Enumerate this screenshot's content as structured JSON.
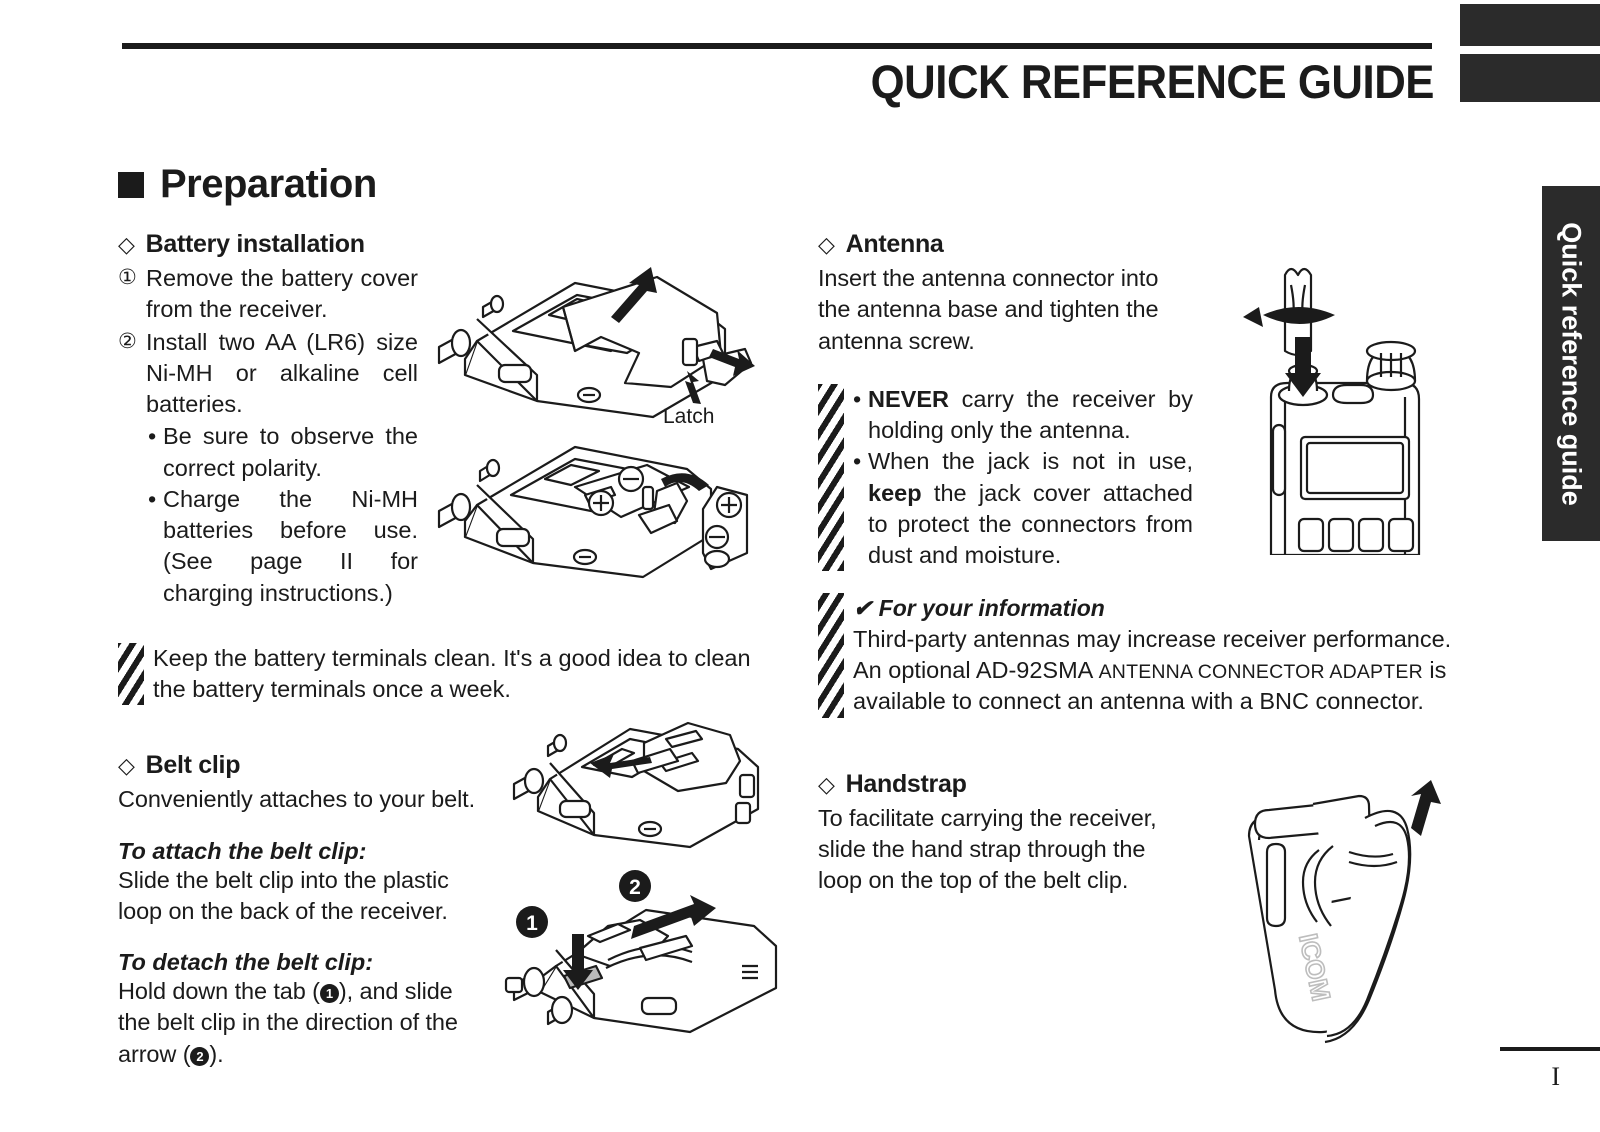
{
  "header": {
    "title": "QUICK REFERENCE GUIDE"
  },
  "side_tab": {
    "label": "Quick reference guide"
  },
  "footer": {
    "page_number": "I"
  },
  "section": {
    "title": "Preparation",
    "bullet_glyph": "■"
  },
  "left_column": {
    "battery": {
      "diamond": "◇",
      "heading": "Battery installation",
      "steps": [
        {
          "marker": "①",
          "text": "Remove the battery cover from the receiver."
        },
        {
          "marker": "②",
          "text": "Install two AA (LR6) size Ni-MH or alkaline cell batteries."
        }
      ],
      "sub_bullets": [
        {
          "marker": "•",
          "text": "Be sure to observe the correct polarity."
        },
        {
          "marker": "•",
          "text": "Charge the Ni-MH batteries before use. (See page II for charging instructions.)"
        }
      ],
      "note": "Keep the battery terminals clean. It's a good idea to clean the battery terminals once a week.",
      "figure_caption": "Latch"
    },
    "belt_clip": {
      "diamond": "◇",
      "heading": "Belt clip",
      "intro": "Conveniently attaches to your belt.",
      "attach_heading": "To attach the belt clip:",
      "attach_text": "Slide the belt clip into the plastic loop on the back of the receiver.",
      "detach_heading": "To detach the belt clip:",
      "detach_text_a": "Hold down the tab (",
      "detach_badge_1": "1",
      "detach_text_b": "), and slide the belt clip in the direction of the arrow (",
      "detach_badge_2": "2",
      "detach_text_c": ").",
      "figure_markers": {
        "one": "1",
        "two": "2"
      }
    }
  },
  "right_column": {
    "antenna": {
      "diamond": "◇",
      "heading": "Antenna",
      "intro": "Insert the antenna connector into the antenna base and tighten the antenna screw.",
      "warnings": [
        {
          "marker": "•",
          "bold": "NEVER",
          "text": " carry the receiver by holding only the antenna."
        },
        {
          "marker": "•",
          "pre": "When the jack is not in use, ",
          "bold": "keep",
          "text": " the jack cover attached to protect the connectors from dust and moisture."
        }
      ],
      "info": {
        "check": "✔",
        "title": "For your information",
        "line1": "Third-party antennas may increase receiver performance.",
        "line2_pre": "An optional AD-92SMA ",
        "line2_caps": "ANTENNA CONNECTOR ADAPTER",
        "line2_post": " is available to connect an antenna with a BNC connector."
      }
    },
    "handstrap": {
      "diamond": "◇",
      "heading": "Handstrap",
      "text": "To facilitate carrying the receiver, slide the hand strap through the loop on the top of the belt clip.",
      "brand_on_clip": "ICOM"
    }
  },
  "colors": {
    "ink": "#1b1b1b",
    "tab_fill": "#2b2b2b",
    "paper": "#ffffff"
  }
}
